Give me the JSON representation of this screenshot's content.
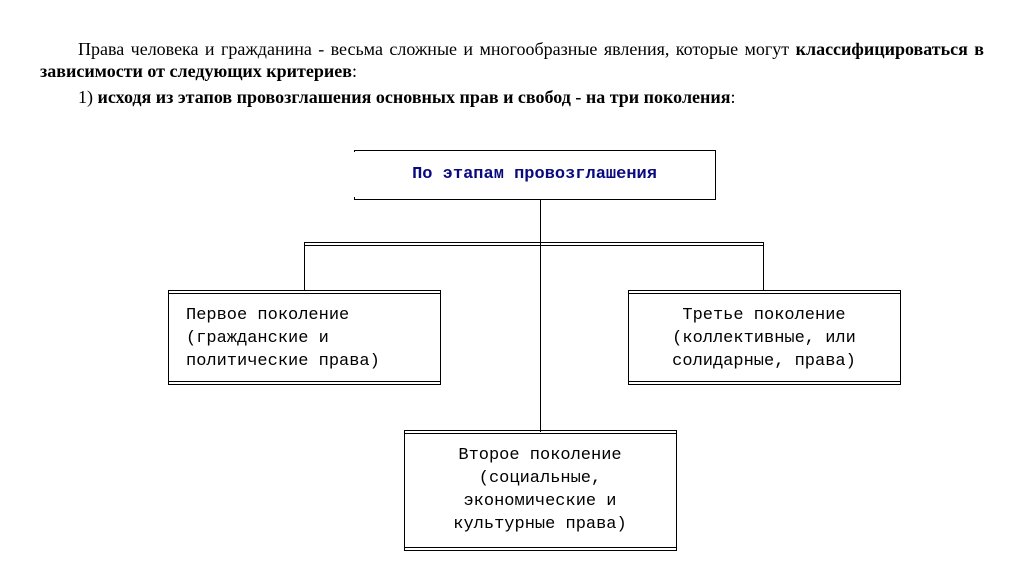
{
  "intro": {
    "text_plain": "Права человека и гражданина - весьма сложные и многообразные явления, которые могут",
    "text_bold": "классифицироваться в зависимости от следующих критериев",
    "text_end": ":"
  },
  "point": {
    "number": "1)",
    "text_bold": "исходя из этапов провозглашения основных прав и свобод - на три поколения",
    "text_end": ":"
  },
  "diagram": {
    "root": "По этапам провозглашения",
    "first": [
      "Первое поколение",
      "(гражданские и",
      "политические права)"
    ],
    "second": [
      "Второе поколение",
      "(социальные,",
      "экономические и",
      "культурные права)"
    ],
    "third": [
      "Третье поколение",
      "(коллективные, или",
      "солидарные, права)"
    ]
  }
}
